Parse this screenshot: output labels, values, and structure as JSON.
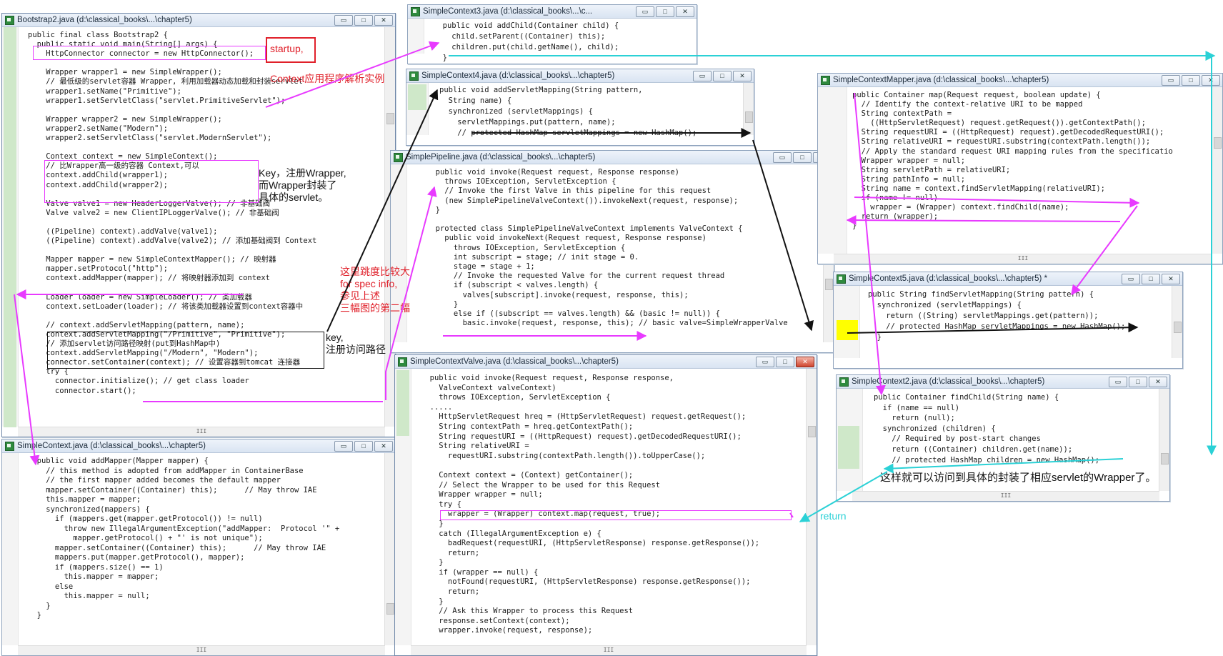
{
  "windows": {
    "bootstrap2": {
      "title": "Bootstrap2.java (d:\\classical_books\\...\\chapter5)",
      "lines": [
        "public final class Bootstrap2 {",
        "  public static void main(String[] args) {",
        "    HttpConnector connector = new HttpConnector();",
        "",
        "    Wrapper wrapper1 = new SimpleWrapper();",
        "    // 最低级的servlet容器 Wrapper, 利用加载器动态加载和封装servlet",
        "    wrapper1.setName(\"Primitive\");",
        "    wrapper1.setServletClass(\"servlet.PrimitiveServlet\");",
        "",
        "    Wrapper wrapper2 = new SimpleWrapper();",
        "    wrapper2.setName(\"Modern\");",
        "    wrapper2.setServletClass(\"servlet.ModernServlet\");",
        "",
        "    Context context = new SimpleContext();",
        "    // 比Wrapper高一级的容器 Context,可以",
        "    context.addChild(wrapper1);",
        "    context.addChild(wrapper2);",
        "",
        "    Valve valve1 = new HeaderLoggerValve(); // 非基础阀",
        "    Valve valve2 = new ClientIPLoggerValve(); // 非基础阀",
        "",
        "    ((Pipeline) context).addValve(valve1);",
        "    ((Pipeline) context).addValve(valve2); // 添加基础阀到 Context",
        "",
        "    Mapper mapper = new SimpleContextMapper(); // 映射器",
        "    mapper.setProtocol(\"http\");",
        "    context.addMapper(mapper); // 将映射器添加到 context",
        "",
        "    Loader loader = new SimpleLoader(); // 类加载器",
        "    context.setLoader(loader); // 将该类加载器设置到context容器中",
        "",
        "    // context.addServletMapping(pattern, name);",
        "    context.addServletMapping(\"/Primitive\", \"Primitive\");",
        "    // 添加servlet访问路径映射(put到HashMap中)",
        "    context.addServletMapping(\"/Modern\", \"Modern\");",
        "    connector.setContainer(context); // 设置容器到tomcat 连接器",
        "    try {",
        "      connector.initialize(); // get class loader",
        "      connector.start();"
      ]
    },
    "simplecontext": {
      "title": "SimpleContext.java (d:\\classical_books\\...\\chapter5)",
      "lines": [
        "  public void addMapper(Mapper mapper) {",
        "    // this method is adopted from addMapper in ContainerBase",
        "    // the first mapper added becomes the default mapper",
        "    mapper.setContainer((Container) this);      // May throw IAE",
        "    this.mapper = mapper;",
        "    synchronized(mappers) {",
        "      if (mappers.get(mapper.getProtocol()) != null)",
        "        throw new IllegalArgumentException(\"addMapper:  Protocol '\" +",
        "          mapper.getProtocol() + \"' is not unique\");",
        "      mapper.setContainer((Container) this);      // May throw IAE",
        "      mappers.put(mapper.getProtocol(), mapper);",
        "      if (mappers.size() == 1)",
        "        this.mapper = mapper;",
        "      else",
        "        this.mapper = null;",
        "    }",
        "  }"
      ]
    },
    "simplecontext3": {
      "title": "SimpleContext3.java (d:\\classical_books\\...\\c...",
      "lines": [
        "  public void addChild(Container child) {",
        "    child.setParent((Container) this);",
        "    children.put(child.getName(), child);",
        "  }"
      ]
    },
    "simplecontext4": {
      "title": "SimpleContext4.java (d:\\classical_books\\...\\chapter5)",
      "lines": [
        "public void addServletMapping(String pattern,",
        "  String name) {",
        "  synchronized (servletMappings) {",
        "    servletMappings.put(pattern, name);",
        "    // protected HashMap servletMappings = new HashMap();"
      ]
    },
    "simplepipeline": {
      "title": "SimplePipeline.java (d:\\classical_books\\...\\chapter5)",
      "lines": [
        "  public void invoke(Request request, Response response)",
        "    throws IOException, ServletException {",
        "    // Invoke the first Valve in this pipeline for this request",
        "    (new SimplePipelineValveContext()).invokeNext(request, response);",
        "  }",
        "",
        "  protected class SimplePipelineValveContext implements ValveContext {",
        "    public void invokeNext(Request request, Response response)",
        "      throws IOException, ServletException {",
        "      int subscript = stage; // init stage = 0.",
        "      stage = stage + 1;",
        "      // Invoke the requested Valve for the current request thread",
        "      if (subscript < valves.length) {",
        "        valves[subscript].invoke(request, response, this);",
        "      }",
        "      else if ((subscript == valves.length) && (basic != null)) {",
        "        basic.invoke(request, response, this); // basic valve=SimpleWrapperValve"
      ]
    },
    "simplecontextvalve": {
      "title": "SimpleContextValve.java (d:\\classical_books\\...\\chapter5)",
      "lines": [
        "  public void invoke(Request request, Response response,",
        "    ValveContext valveContext)",
        "    throws IOException, ServletException {",
        "  .....",
        "    HttpServletRequest hreq = (HttpServletRequest) request.getRequest();",
        "    String contextPath = hreq.getContextPath();",
        "    String requestURI = ((HttpRequest) request).getDecodedRequestURI();",
        "    String relativeURI =",
        "      requestURI.substring(contextPath.length()).toUpperCase();",
        "",
        "    Context context = (Context) getContainer();",
        "    // Select the Wrapper to be used for this Request",
        "    Wrapper wrapper = null;",
        "    try {",
        "      wrapper = (Wrapper) context.map(request, true);",
        "    }",
        "    catch (IllegalArgumentException e) {",
        "      badRequest(requestURI, (HttpServletResponse) response.getResponse());",
        "      return;",
        "    }",
        "    if (wrapper == null) {",
        "      notFound(requestURI, (HttpServletResponse) response.getResponse());",
        "      return;",
        "    }",
        "    // Ask this Wrapper to process this Request",
        "    response.setContext(context);",
        "    wrapper.invoke(request, response);"
      ]
    },
    "simplecontextmapper": {
      "title": "SimpleContextMapper.java (d:\\classical_books\\...\\chapter5)",
      "lines": [
        "public Container map(Request request, boolean update) {",
        "  // Identify the context-relative URI to be mapped",
        "  String contextPath =",
        "    ((HttpServletRequest) request.getRequest()).getContextPath();",
        "  String requestURI = ((HttpRequest) request).getDecodedRequestURI();",
        "  String relativeURI = requestURI.substring(contextPath.length());",
        "  // Apply the standard request URI mapping rules from the specificatio",
        "  Wrapper wrapper = null;",
        "  String servletPath = relativeURI;",
        "  String pathInfo = null;",
        "  String name = context.findServletMapping(relativeURI);",
        "  if (name != null)",
        "    wrapper = (Wrapper) context.findChild(name);",
        "  return (wrapper);",
        "}"
      ]
    },
    "simplecontext5": {
      "title": "SimpleContext5.java (d:\\classical_books\\...\\chapter5) *",
      "lines": [
        "public String findServletMapping(String pattern) {",
        "  synchronized (servletMappings) {",
        "    return ((String) servletMappings.get(pattern));",
        "    // protected HashMap servletMappings = new HashMap();",
        "  }"
      ]
    },
    "simplecontext2": {
      "title": "SimpleContext2.java (d:\\classical_books\\...\\chapter5)",
      "lines": [
        "public Container findChild(String name) {",
        "  if (name == null)",
        "    return (null);",
        "  synchronized (children) {",
        "    // Required by post-start changes",
        "    return ((Container) children.get(name));",
        "    // protected HashMap children = new HashMap();"
      ]
    }
  },
  "annotations": {
    "startup": "startup,",
    "context_app": "Context应用程序解析实例",
    "key_wrapper": "Key，注册Wrapper,\n而Wrapper封装了\n具体的servlet。",
    "jump_note": "这里跳度比较大,\nfor spec info,\n参见上述\n三幅图的第二幅",
    "key_path": "key,\n注册访问路径",
    "final_note": "这样就可以访问到具体的封装了相应servlet的Wrapper了。",
    "return_label": "return"
  },
  "window_buttons": {
    "minimize": "▭",
    "maximize": "□",
    "close": "✕"
  },
  "scroll_glyph": "III",
  "colors": {
    "magenta_arrow": "#e83aff",
    "cyan_arrow": "#2bd1d6",
    "red_note": "#e0202a",
    "gutter_green": "#cfe8c9"
  }
}
